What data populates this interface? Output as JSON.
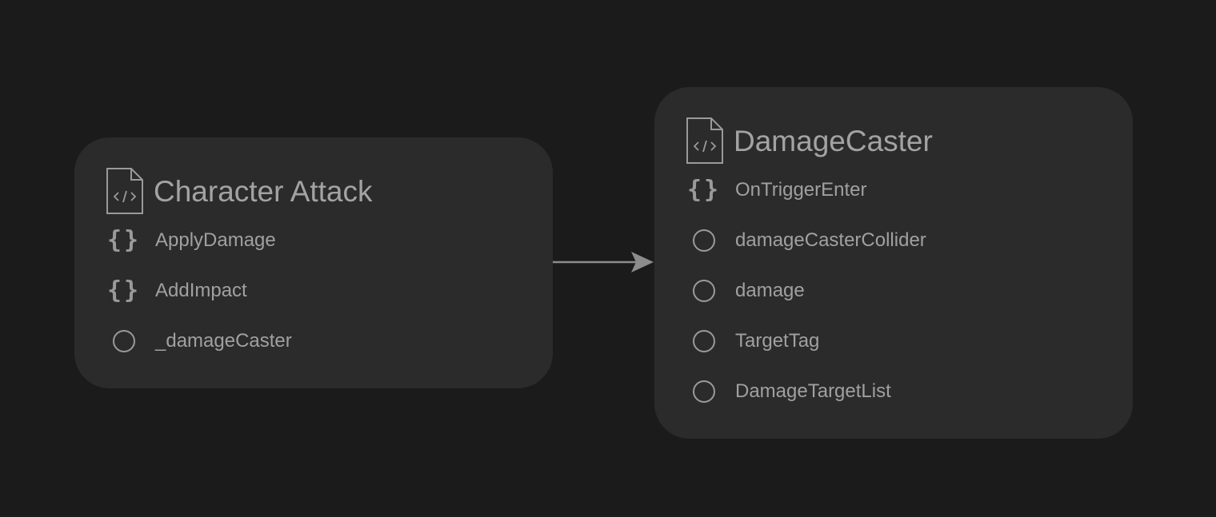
{
  "colors": {
    "background": "#1b1b1b",
    "node_fill": "#2b2b2b",
    "text": "#a3a3a3",
    "icon": "#9a9a9a",
    "edge": "#8c8c8c"
  },
  "nodes": [
    {
      "id": "character-attack",
      "title": "Character Attack",
      "icon": "code-file-icon",
      "members": [
        {
          "kind": "method",
          "icon": "braces-icon",
          "label": "ApplyDamage"
        },
        {
          "kind": "method",
          "icon": "braces-icon",
          "label": "AddImpact"
        },
        {
          "kind": "field",
          "icon": "circle-icon",
          "label": "_damageCaster"
        }
      ]
    },
    {
      "id": "damage-caster",
      "title": "DamageCaster",
      "icon": "code-file-icon",
      "members": [
        {
          "kind": "method",
          "icon": "braces-icon",
          "label": "OnTriggerEnter"
        },
        {
          "kind": "field",
          "icon": "circle-icon",
          "label": "damageCasterCollider"
        },
        {
          "kind": "field",
          "icon": "circle-icon",
          "label": "damage"
        },
        {
          "kind": "field",
          "icon": "circle-icon",
          "label": "TargetTag"
        },
        {
          "kind": "field",
          "icon": "circle-icon",
          "label": "DamageTargetList"
        }
      ]
    }
  ],
  "edges": [
    {
      "from": "character-attack",
      "to": "damage-caster",
      "arrow": "end"
    }
  ]
}
